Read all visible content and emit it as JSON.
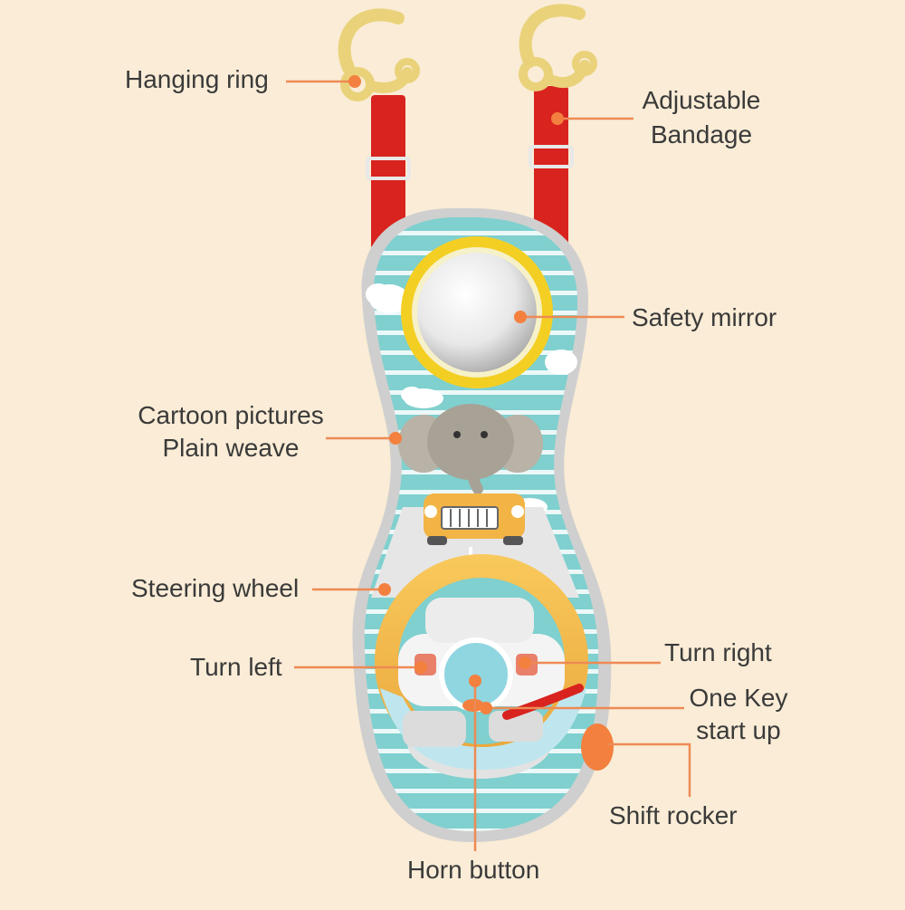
{
  "colors": {
    "background": "#faecd6",
    "board": "#7fd0cf",
    "stripe": "#ffffff",
    "strap": "#d8231f",
    "ring": "#e9d27a",
    "wheel": "#f1b848",
    "leader": "#ee8a54",
    "dot": "#f3803e",
    "mirror_rim": "#f4cf23"
  },
  "labels": {
    "hanging_ring": "Hanging ring",
    "adjustable": "Adjustable",
    "bandage": "Bandage",
    "safety_mirror": "Safety mirror",
    "cartoon_pictures": "Cartoon pictures",
    "plain_weave": "Plain weave",
    "steering_wheel": "Steering wheel",
    "turn_left": "Turn left",
    "turn_right": "Turn right",
    "one_key": "One Key",
    "start_up": "start up",
    "shift_rocker": "Shift rocker",
    "horn_button": "Horn button"
  }
}
